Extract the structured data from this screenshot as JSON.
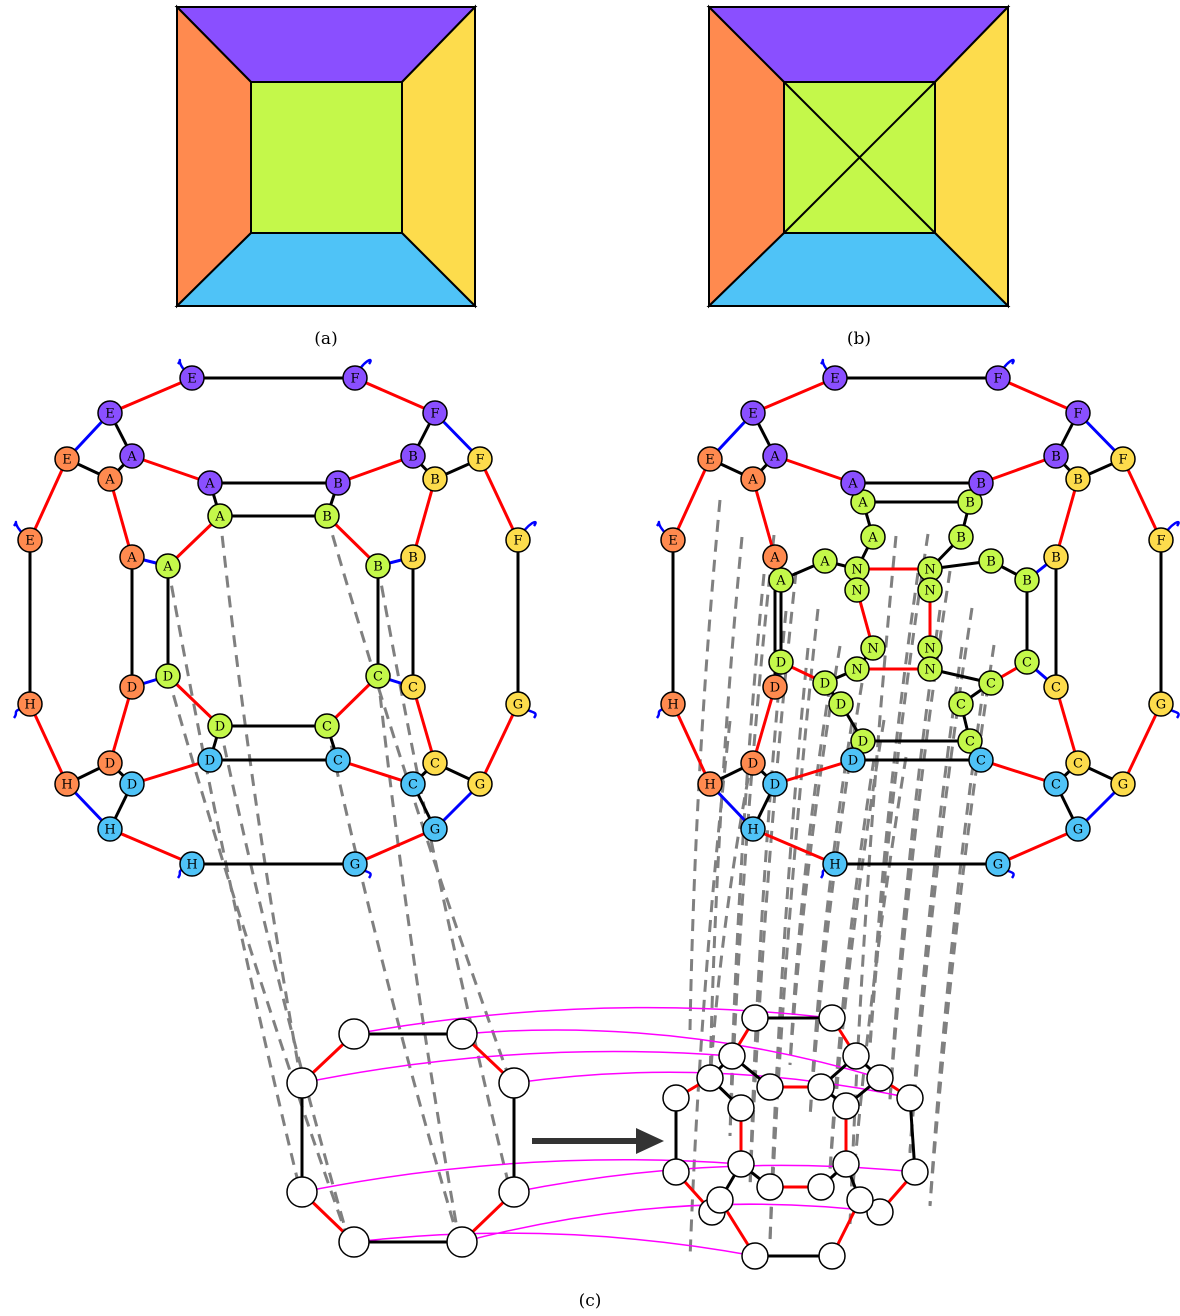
{
  "captions": {
    "a": "(a)",
    "b": "(b)",
    "c": "(c)"
  },
  "colors": {
    "purple": "#8a4fff",
    "orange": "#ff8a4f",
    "yellow": "#fddc4c",
    "blue": "#4fc3f7",
    "green": "#c4f84a",
    "red_edge": "#ff0000",
    "blue_edge": "#0000ff",
    "magenta_edge": "#ff00ff",
    "dash_edge": "#808080",
    "black_edge": "#000000"
  },
  "node_labels": [
    "A",
    "B",
    "C",
    "D",
    "E",
    "F",
    "G",
    "H",
    "N"
  ]
}
